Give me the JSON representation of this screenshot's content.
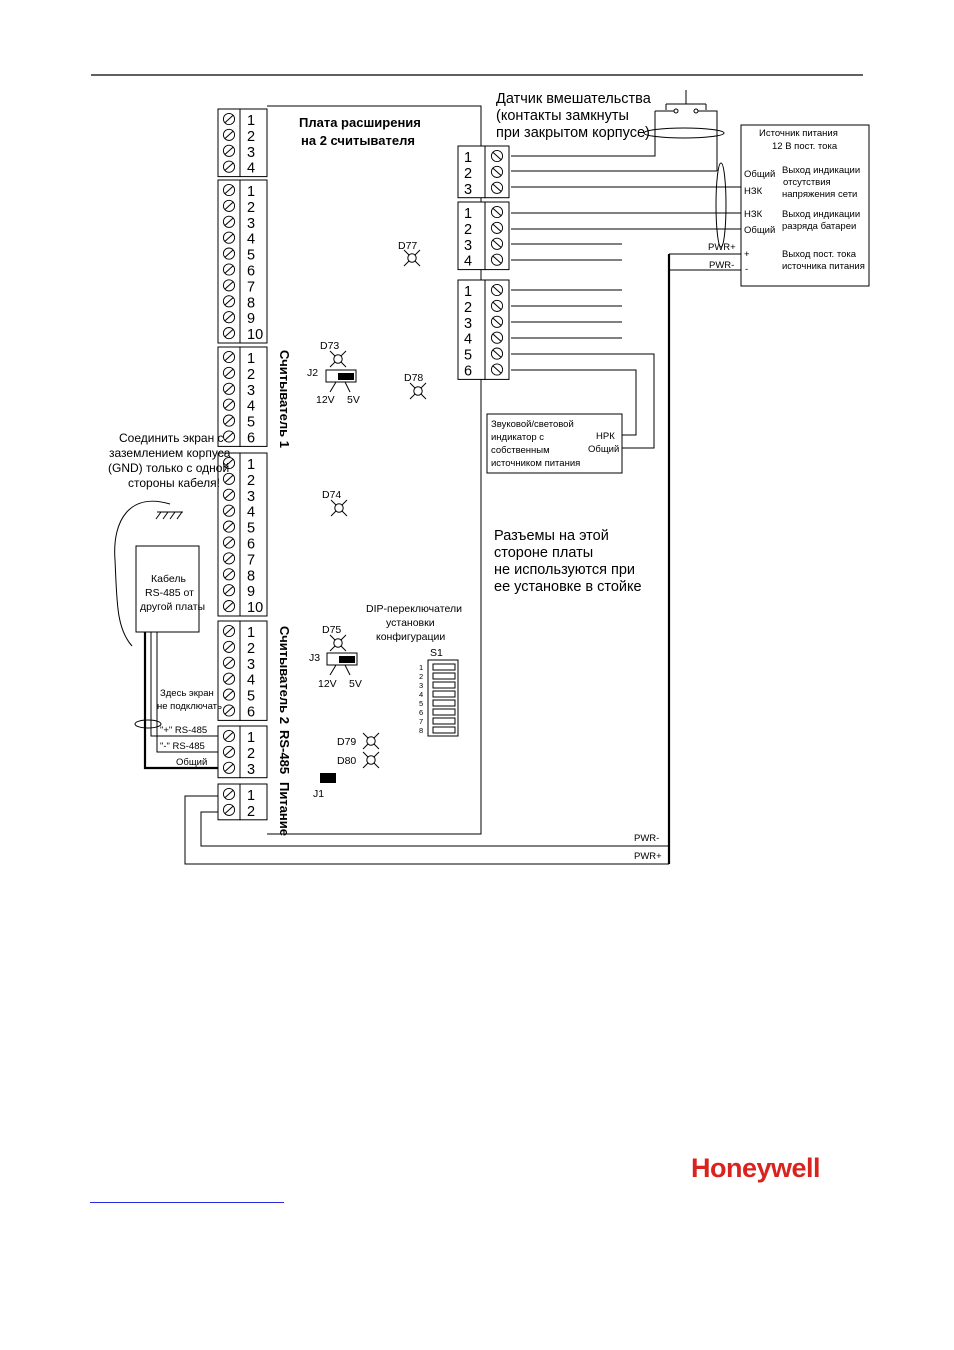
{
  "board": {
    "title_line1": "Плата  расширения",
    "title_line2": "на 2 считывателя",
    "leds": [
      "D77",
      "D73",
      "D78",
      "D74",
      "D75",
      "D79",
      "D80"
    ],
    "jumpers": {
      "j2": "J2",
      "j3": "J3",
      "j1": "J1",
      "v12": "12V",
      "v5": "5V"
    },
    "dip_title": [
      "DIP-переключатели",
      "установки",
      "конфигурации"
    ],
    "dip_label": "S1",
    "dip_numbers": [
      "1",
      "2",
      "3",
      "4",
      "5",
      "6",
      "7",
      "8"
    ],
    "unused_note": [
      "Разъемы на этой",
      "стороне платы",
      "не используются при",
      "ее установке в стойке"
    ]
  },
  "left_blocks": [
    {
      "pins": [
        "1",
        "2",
        "3",
        "4"
      ]
    },
    {
      "pins": [
        "1",
        "2",
        "3",
        "4",
        "5",
        "6",
        "7",
        "8",
        "9",
        "10"
      ]
    },
    {
      "pins": [
        "1",
        "2",
        "3",
        "4",
        "5",
        "6"
      ],
      "label": "Считыватель 1"
    },
    {
      "pins": [
        "1",
        "2",
        "3",
        "4",
        "5",
        "6",
        "7",
        "8",
        "9",
        "10"
      ]
    },
    {
      "pins": [
        "1",
        "2",
        "3",
        "4",
        "5",
        "6"
      ],
      "label": "Считыватель 2"
    },
    {
      "pins": [
        "1",
        "2",
        "3"
      ],
      "label": "RS-485"
    },
    {
      "pins": [
        "1",
        "2"
      ],
      "label": "Питание"
    }
  ],
  "right_blocks": [
    {
      "pins": [
        "1",
        "2",
        "3"
      ]
    },
    {
      "pins": [
        "1",
        "2",
        "3",
        "4"
      ]
    },
    {
      "pins": [
        "1",
        "2",
        "3",
        "4",
        "5",
        "6"
      ]
    }
  ],
  "tamper": [
    "Датчик  вмешательства",
    "(контакты  замкнуты",
    "при закрытом корпусе)"
  ],
  "power_supply": {
    "title": [
      "Источник  питания",
      "12 В  пост.  тока"
    ],
    "terms": [
      "Общий",
      "НЗК",
      "НЗК",
      "Общий",
      "+",
      "-"
    ],
    "descr": [
      "Выход индикации",
      "отсутствия",
      "напряжения сети",
      "Выход индикации",
      "разряда батареи",
      "Выход пост. тока",
      "источника питания"
    ]
  },
  "wires": {
    "pwr_plus": "PWR+",
    "pwr_minus": "PWR-"
  },
  "indicator": {
    "text": [
      "Звуковой/световой",
      "индикатор с",
      "собственным",
      "источником питания"
    ],
    "nrk": "НРК",
    "common": "Общий"
  },
  "shield_note": [
    "Соединить  экран с",
    "заземлением корпуса",
    "(GND) только с одной",
    "стороны кабеля!"
  ],
  "cable": [
    "Кабель",
    "RS-485  от",
    "другой платы"
  ],
  "shield_local": [
    "Здесь экран",
    "не подключать"
  ],
  "rs485_terms": [
    "\"+\"  RS-485",
    "\"-\"  RS-485",
    "Общий"
  ],
  "brand": {
    "logo": "Honeywell",
    "color": "#d9231f"
  }
}
